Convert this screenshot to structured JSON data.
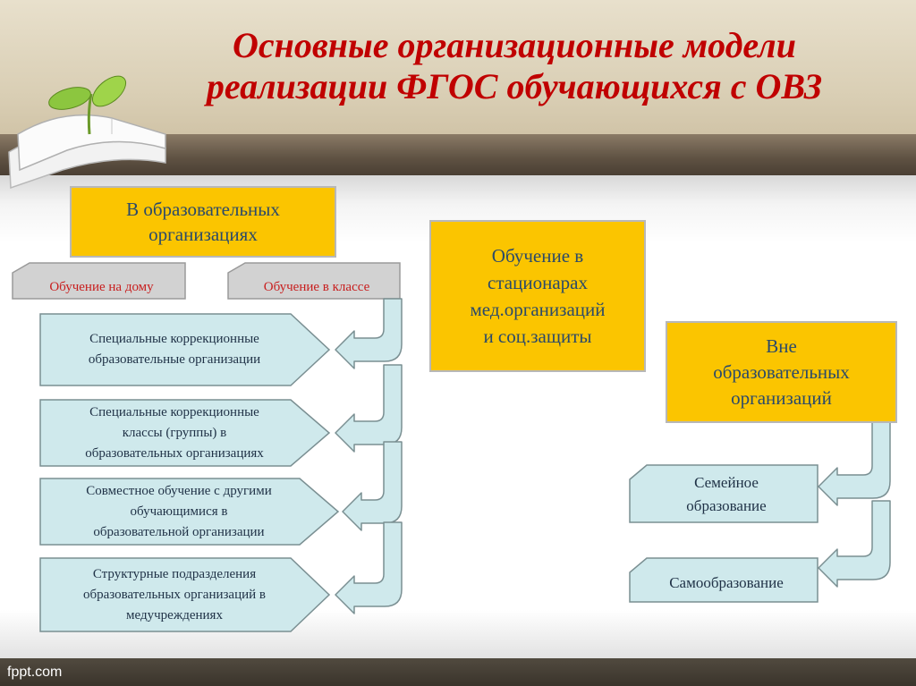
{
  "title": {
    "line1": "Основные организационные модели",
    "line2": "реализации ФГОС обучающихся с ОВЗ"
  },
  "left_header": [
    "В образовательных",
    "организациях"
  ],
  "middle_header": [
    "Обучение в",
    "стационарах",
    "мед.организаций",
    "и соц.защиты"
  ],
  "right_header": [
    "Вне",
    "образовательных",
    "организаций"
  ],
  "tabs": {
    "home": "Обучение на дому",
    "class": "Обучение в классе"
  },
  "left_items": [
    [
      "Специальные коррекционные",
      "образовательные организации"
    ],
    [
      "Специальные коррекционные",
      "классы (группы) в",
      "образовательных организациях"
    ],
    [
      "Совместное обучение с другими",
      "обучающимися в",
      "образовательной организации"
    ],
    [
      "Структурные подразделения",
      "образовательных организаций в",
      "медучреждениях"
    ]
  ],
  "right_items": [
    [
      "Семейное",
      "образование"
    ],
    [
      "Самообразование"
    ]
  ],
  "footer": "fppt.com",
  "colors": {
    "title": "#c00000",
    "yellow_box": "#fbc500",
    "cyan_box": "#cfe9ec",
    "tab_fill": "#d2d2d2",
    "arrow": "#cfe9ec"
  }
}
